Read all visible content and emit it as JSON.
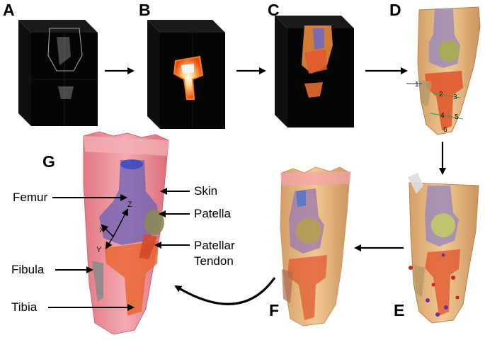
{
  "panels": {
    "a": "A",
    "b": "B",
    "c": "C",
    "d": "D",
    "e": "E",
    "f": "F",
    "g": "G"
  },
  "labels": {
    "femur": "Femur",
    "skin": "Skin",
    "patella": "Patella",
    "patellar_tendon_line1": "Patellar",
    "patellar_tendon_line2": "Tendon",
    "fibula": "Fibula",
    "tibia": "Tibia"
  },
  "axes": {
    "z": "Z",
    "x": "X",
    "y": "Y"
  },
  "markers": [
    "1",
    "2",
    "3",
    "4",
    "5",
    "6"
  ],
  "colors": {
    "skin": "#e8747f",
    "femur": "#6a5fb5",
    "tibia": "#e8642e",
    "patella": "#8b8a55",
    "box": "#060606"
  }
}
